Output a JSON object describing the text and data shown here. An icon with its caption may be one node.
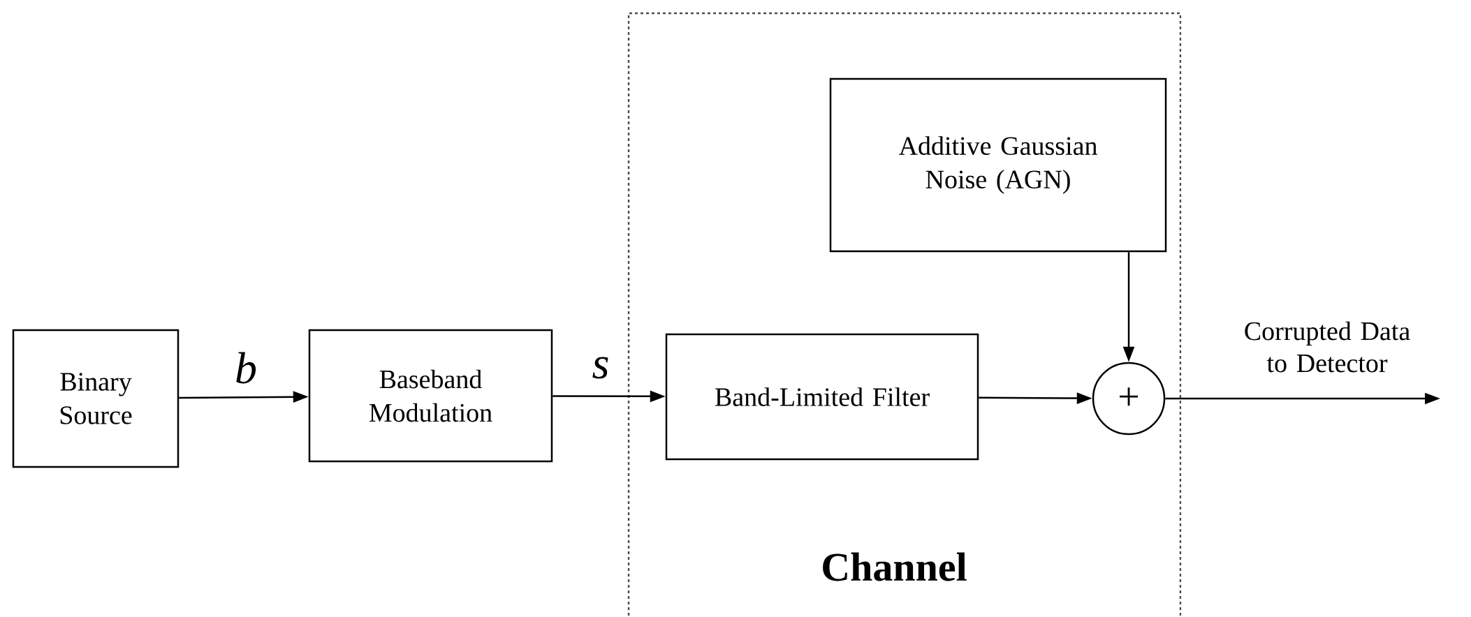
{
  "diagram": {
    "nodes": [
      {
        "text": [
          "Channel"
        ]
      },
      {
        "text": [
          "Binary Source"
        ]
      },
      {
        "text": [
          "Baseband Modulation"
        ]
      },
      {
        "text": [
          "Band-Limited Filter"
        ],
        "in": 0
      },
      {
        "text": [
          "Additive Gaussian Noise (AGN)"
        ],
        "in": 0
      },
      {
        "text": [
          "+"
        ],
        "in": 0
      }
    ],
    "edges": [
      {
        "from": 1,
        "to": 2,
        "arrow": "to",
        "label": "b"
      },
      {
        "from": 2,
        "to": 3,
        "arrow": "to",
        "label": "s"
      },
      {
        "from": 3,
        "to": 5,
        "arrow": "to"
      },
      {
        "from": 4,
        "to": 5,
        "arrow": "to"
      },
      {
        "from": 5,
        "to": null,
        "arrow": "to",
        "label": "Corrupted Data to Detector"
      }
    ]
  }
}
